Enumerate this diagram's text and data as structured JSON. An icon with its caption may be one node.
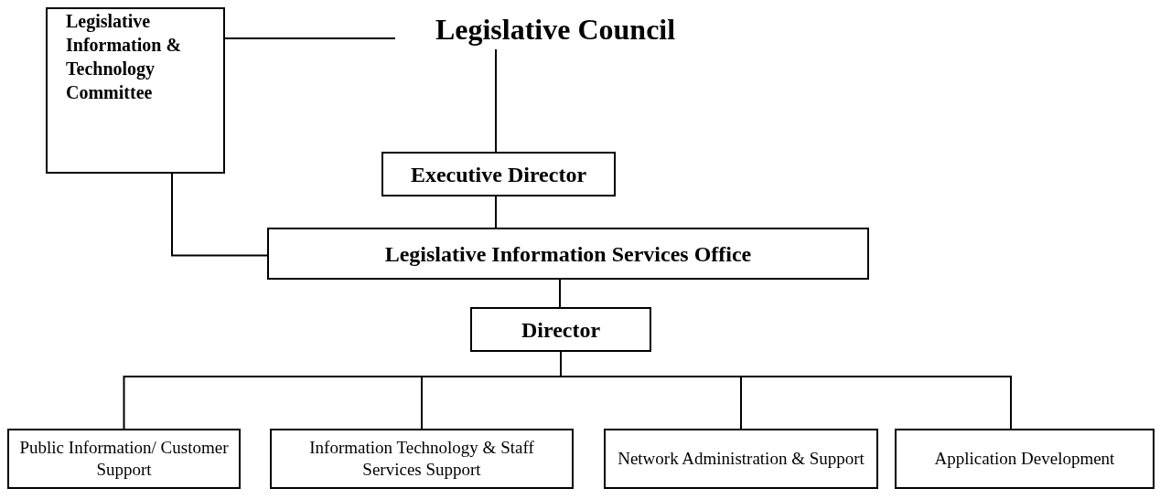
{
  "diagram": {
    "nodes": [
      {
        "text": [
          "Legislative Information & Technology Committee"
        ]
      },
      {
        "text": [
          "Legislative Council"
        ]
      },
      {
        "text": [
          "Executive Director"
        ]
      },
      {
        "text": [
          "Legislative Information Services Office"
        ]
      },
      {
        "text": [
          "Director"
        ]
      },
      {
        "text": [
          "Public Information/ Customer Support"
        ]
      },
      {
        "text": [
          "Information Technology & Staff Services Support"
        ]
      },
      {
        "text": [
          "Network Administration & Support"
        ]
      },
      {
        "text": [
          "Application Development"
        ]
      }
    ],
    "edges": [
      {
        "from": 0,
        "to": 1,
        "arrow": "none"
      },
      {
        "from": 1,
        "to": 2,
        "arrow": "none"
      },
      {
        "from": 2,
        "to": 3,
        "arrow": "none"
      },
      {
        "from": 0,
        "to": 3,
        "arrow": "none"
      },
      {
        "from": 3,
        "to": 4,
        "arrow": "none"
      },
      {
        "from": 4,
        "to": 5,
        "arrow": "none"
      },
      {
        "from": 4,
        "to": 6,
        "arrow": "none"
      },
      {
        "from": 4,
        "to": 7,
        "arrow": "none"
      },
      {
        "from": 4,
        "to": 8,
        "arrow": "none"
      }
    ]
  }
}
